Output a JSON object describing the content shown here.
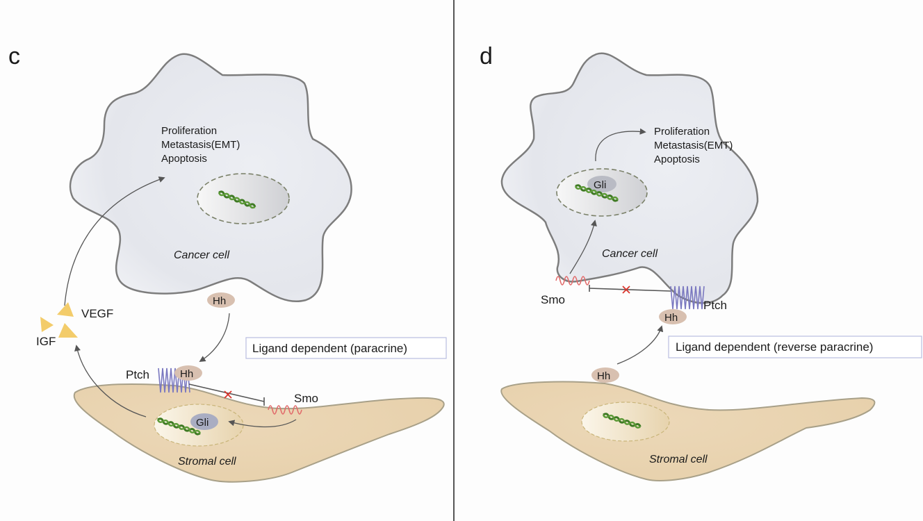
{
  "panels": [
    {
      "letter": "c",
      "outcomes": [
        "Proliferation",
        "Metastasis(EMT)",
        "Apoptosis"
      ],
      "cancer_cell_label": "Cancer cell",
      "stromal_cell_label": "Stromal cell",
      "ligand_secreted": "Hh",
      "ligand_bound": "Hh",
      "receptor_ptch": "Ptch",
      "receptor_smo": "Smo",
      "transcription_factor": "Gli",
      "growth_factors": [
        "VEGF",
        "IGF"
      ],
      "mode_label": "Ligand dependent (paracrine)"
    },
    {
      "letter": "d",
      "outcomes": [
        "Proliferation",
        "Metastasis(EMT)",
        "Apoptosis"
      ],
      "cancer_cell_label": "Cancer cell",
      "stromal_cell_label": "Stromal cell",
      "ligand_secreted": "Hh",
      "ligand_bound": "Hh",
      "receptor_ptch": "Ptch",
      "receptor_smo": "Smo",
      "transcription_factor": "Gli",
      "mode_label": "Ligand dependent (reverse paracrine)"
    }
  ],
  "colors": {
    "cancer_cell_fill": "#e6e8ee",
    "cancer_cell_stroke": "#7f7f7f",
    "stromal_cell_fill": "#e9d3b0",
    "stromal_cell_stroke": "#a8a088",
    "ptch": "#7a78c0",
    "smo": "#e26b6b",
    "hh_pill": "#d8bfb0",
    "gli_pill": "#a9adc2",
    "dna": "#3f7a24",
    "growth_factor": "#f3cc6a",
    "inhibit_x": "#d9342b",
    "box_border": "#b9bde0",
    "divider": "#555555"
  }
}
